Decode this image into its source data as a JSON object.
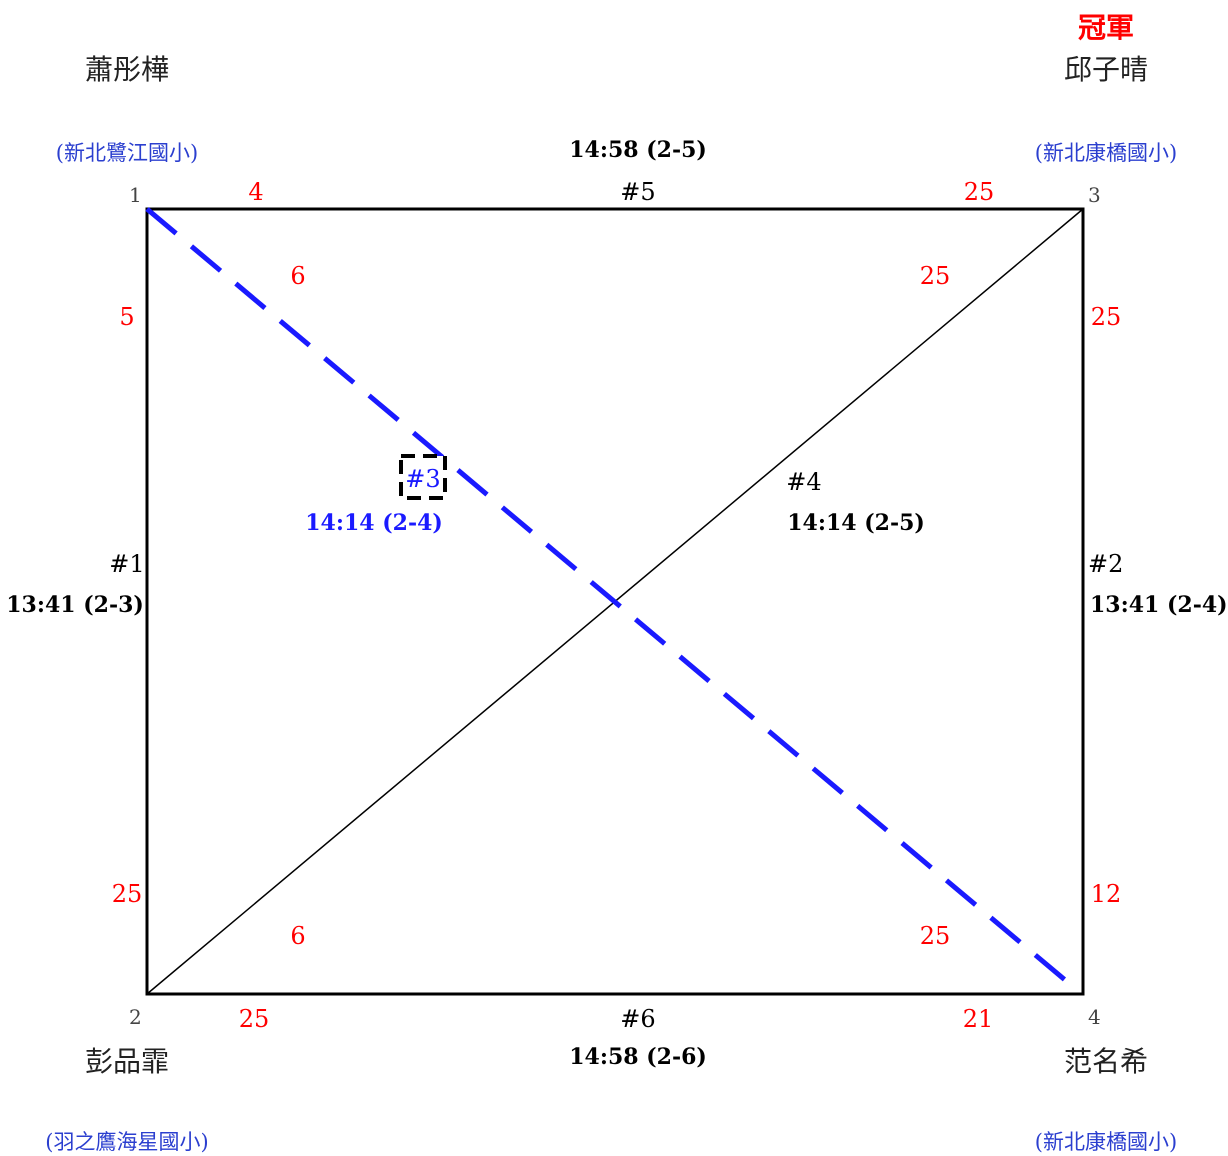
{
  "champion_label": "冠軍",
  "players": [
    {
      "seed": "1",
      "name": "蕭彤樺",
      "school": "(新北鷺江國小)"
    },
    {
      "seed": "2",
      "name": "彭品霏",
      "school": "(羽之鷹海星國小)"
    },
    {
      "seed": "3",
      "name": "邱子晴",
      "school": "(新北康橋國小)"
    },
    {
      "seed": "4",
      "name": "范名希",
      "school": "(新北康橋國小)"
    }
  ],
  "matches": {
    "m1": {
      "number": "#1",
      "time": "13:41 (2-3)",
      "score_top": "5",
      "score_bottom": "25"
    },
    "m2": {
      "number": "#2",
      "time": "13:41 (2-4)",
      "score_top": "25",
      "score_bottom": "12"
    },
    "m3": {
      "number": "#3",
      "time": "14:14 (2-4)",
      "score_a": "6",
      "score_b": "25"
    },
    "m4": {
      "number": "#4",
      "time": "14:14 (2-5)",
      "score_a": "25",
      "score_b": "6"
    },
    "m5": {
      "number": "#5",
      "time": "14:58 (2-5)",
      "score_left": "4",
      "score_right": "25"
    },
    "m6": {
      "number": "#6",
      "time": "14:58 (2-6)",
      "score_left": "25",
      "score_right": "21"
    }
  },
  "colors": {
    "score": "#ff0000",
    "highlight": "#1a1aff",
    "school": "#2b3fcf"
  }
}
